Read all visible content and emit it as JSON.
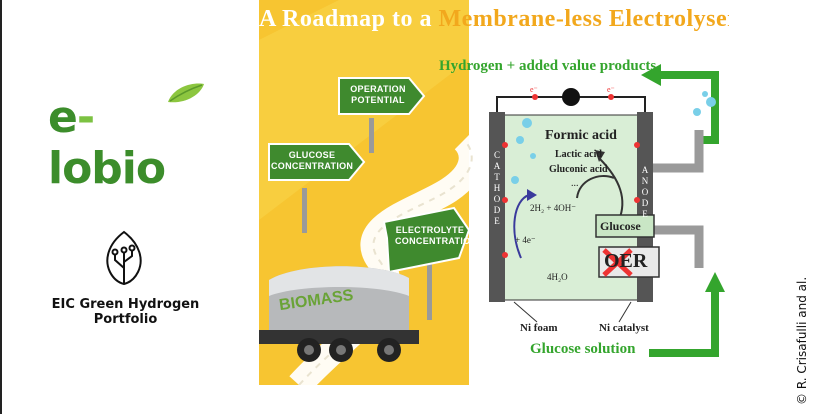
{
  "logo": {
    "prefix": "e",
    "dash": "-",
    "rest": "lobio"
  },
  "portfolio": {
    "label": "EIC Green Hydrogen Portfolio"
  },
  "credit": "© R. Crisafulli and al.",
  "poster": {
    "title_part1": "A Roadmap to a ",
    "title_part2": "Membrane-less Electrolyser",
    "signs": {
      "operation": "Operation potential",
      "glucose": "Glucose concentration",
      "electrolyte": "Electrolyte concentration"
    },
    "truck_text": "BIOMASS",
    "output_label": "Hydrogen + added value products",
    "input_label": "Glucose solution",
    "cell": {
      "formic": "Formic acid",
      "lactic": "Lactic acid",
      "gluconic": "Gluconic acid",
      "ellipsis": "...",
      "reaction1": "2H₂ + 4OH⁻",
      "electrons": "+ 4e⁻",
      "water": "4H₂O",
      "glucose_box": "Glucose",
      "oer": "OER",
      "cathode": "CATHODE",
      "anode": "ANODE",
      "ni_foam": "Ni foam",
      "ni_catalyst": "Ni catalyst",
      "e_left": "e⁻",
      "e_right": "e⁻"
    },
    "colors": {
      "yellow": "#f7c531",
      "green": "#34a52d",
      "orange": "#f2a81d",
      "sign_green": "#3f8a2e"
    }
  }
}
